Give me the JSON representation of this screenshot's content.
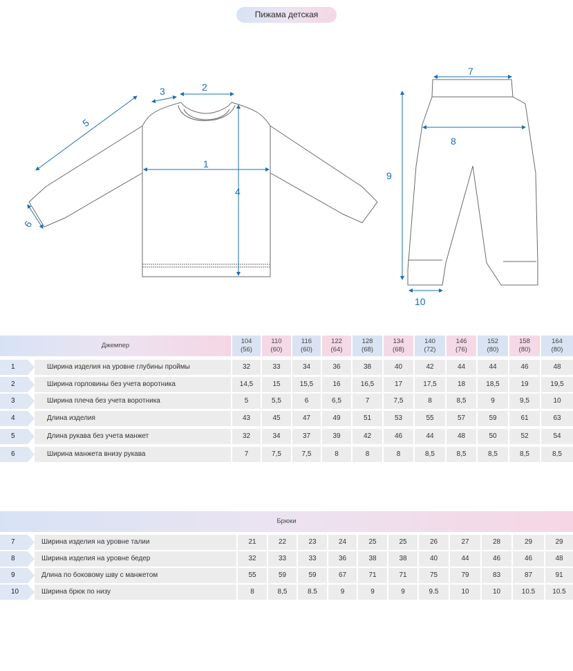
{
  "title": "Пижама детская",
  "diagram": {
    "labels": [
      "1",
      "2",
      "3",
      "4",
      "5",
      "6",
      "7",
      "8",
      "9",
      "10"
    ],
    "accent_color": "#1a6fb0",
    "line_color": "#6a6a6a"
  },
  "jumper": {
    "header": "Джемпер",
    "sizes": [
      {
        "height": "104",
        "size": "(56)"
      },
      {
        "height": "110",
        "size": "(60)"
      },
      {
        "height": "116",
        "size": "(60)"
      },
      {
        "height": "122",
        "size": "(64)"
      },
      {
        "height": "128",
        "size": "(68)"
      },
      {
        "height": "134",
        "size": "(68)"
      },
      {
        "height": "140",
        "size": "(72)"
      },
      {
        "height": "146",
        "size": "(76)"
      },
      {
        "height": "152",
        "size": "(80)"
      },
      {
        "height": "158",
        "size": "(80)"
      },
      {
        "height": "164",
        "size": "(80)"
      }
    ],
    "rows": [
      {
        "num": "1",
        "label": "Ширина изделия на уровне глубины проймы",
        "values": [
          "32",
          "33",
          "34",
          "36",
          "38",
          "40",
          "42",
          "44",
          "44",
          "46",
          "48"
        ]
      },
      {
        "num": "2",
        "label": "Ширина горловины без учета воротника",
        "values": [
          "14,5",
          "15",
          "15,5",
          "16",
          "16,5",
          "17",
          "17,5",
          "18",
          "18,5",
          "19",
          "19,5"
        ]
      },
      {
        "num": "3",
        "label": "Ширина плеча без учета воротника",
        "values": [
          "5",
          "5,5",
          "6",
          "6,5",
          "7",
          "7,5",
          "8",
          "8,5",
          "9",
          "9,5",
          "10"
        ]
      },
      {
        "num": "4",
        "label": "Длина изделия",
        "values": [
          "43",
          "45",
          "47",
          "49",
          "51",
          "53",
          "55",
          "57",
          "59",
          "61",
          "63"
        ]
      },
      {
        "num": "5",
        "label": "Длина рукава без учета манжет",
        "values": [
          "32",
          "34",
          "37",
          "39",
          "42",
          "46",
          "44",
          "48",
          "50",
          "52",
          "54"
        ]
      },
      {
        "num": "6",
        "label": "Ширина манжета внизу рукава",
        "values": [
          "7",
          "7,5",
          "7,5",
          "8",
          "8",
          "8",
          "8,5",
          "8,5",
          "8,5",
          "8,5",
          "8,5"
        ]
      }
    ]
  },
  "pants": {
    "header": "Брюки",
    "rows": [
      {
        "num": "7",
        "label": "Ширина изделия на уровне талии",
        "values": [
          "21",
          "22",
          "23",
          "24",
          "25",
          "25",
          "26",
          "27",
          "28",
          "29",
          "29"
        ]
      },
      {
        "num": "8",
        "label": "Ширина изделия на уровне бедер",
        "values": [
          "32",
          "33",
          "33",
          "36",
          "38",
          "38",
          "40",
          "44",
          "46",
          "46",
          "48"
        ]
      },
      {
        "num": "9",
        "label": "Длина по боковому шву с манжетом",
        "values": [
          "55",
          "59",
          "59",
          "67",
          "71",
          "71",
          "75",
          "79",
          "83",
          "87",
          "91"
        ]
      },
      {
        "num": "10",
        "label": "Ширина брюк по низу",
        "values": [
          "8",
          "8,5",
          "8.5",
          "9",
          "9",
          "9",
          "9.5",
          "10",
          "10",
          "10.5",
          "10.5"
        ]
      }
    ]
  }
}
